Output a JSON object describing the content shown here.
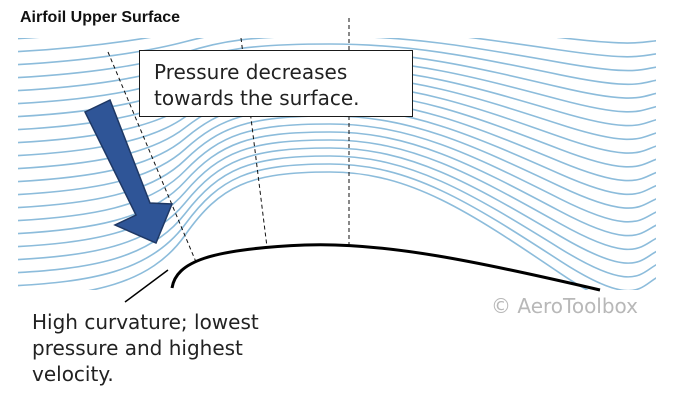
{
  "title": "Airfoil Upper Surface",
  "callout": {
    "line1": "Pressure decreases",
    "line2": "towards the surface."
  },
  "note": {
    "line1": "High curvature; lowest",
    "line2": "pressure and highest",
    "line3": "velocity."
  },
  "credit": "© AeroToolbox",
  "colors": {
    "streamline": "#8cbcdb",
    "arrow_fill": "#2f5597",
    "arrow_stroke": "#1f3864",
    "surface": "#000000"
  }
}
